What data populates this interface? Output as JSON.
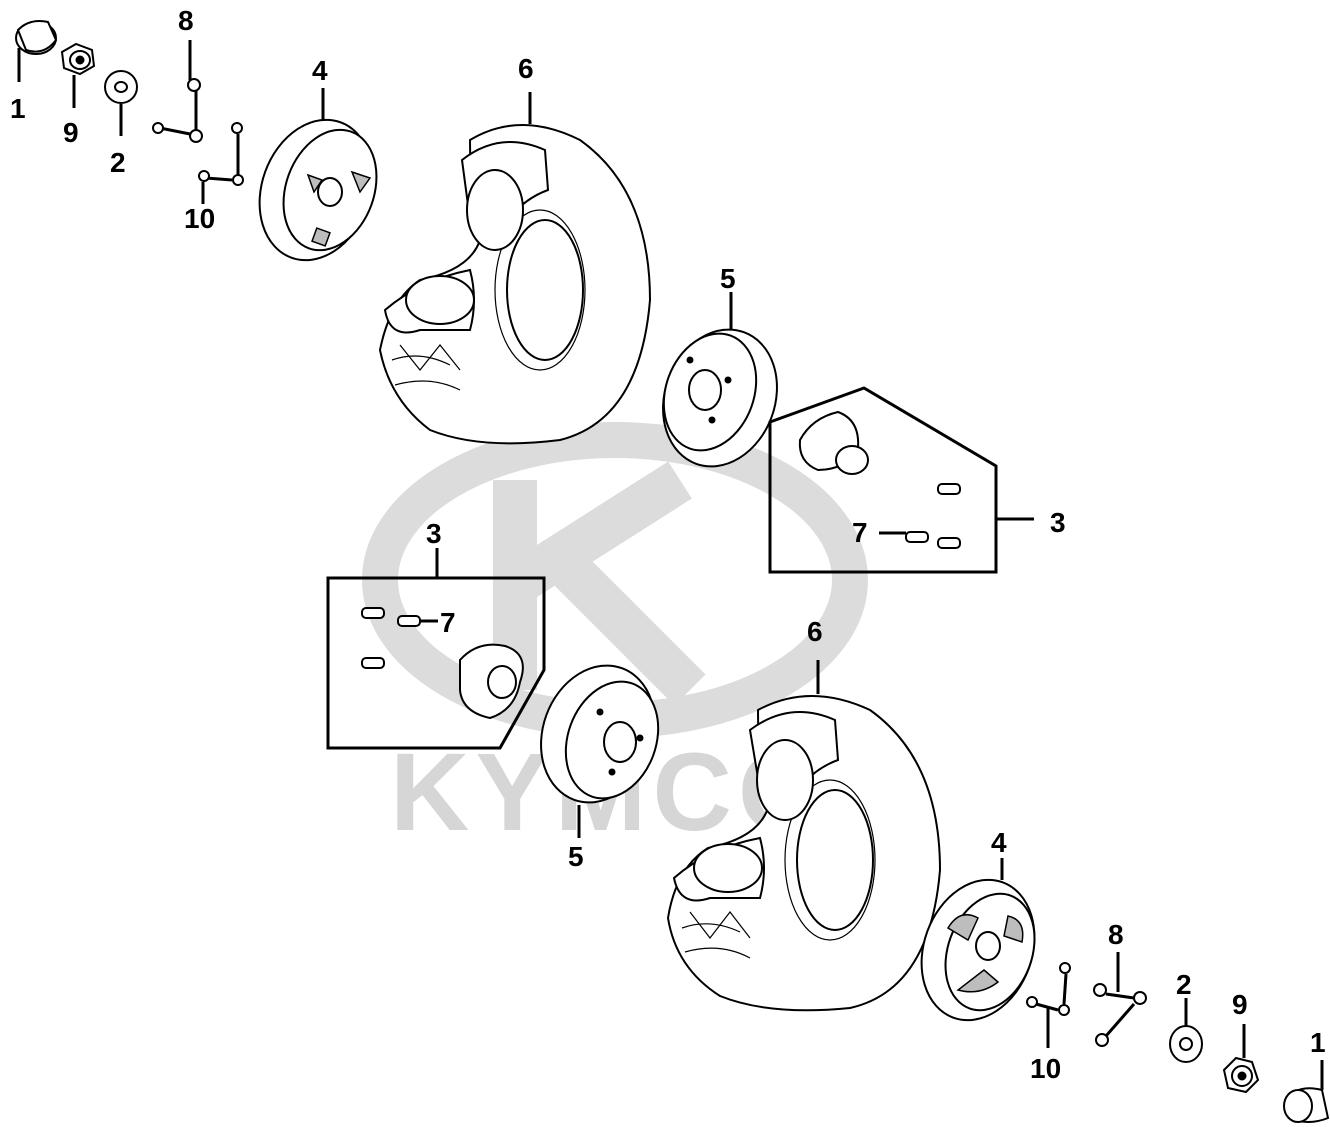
{
  "diagram": {
    "watermark": {
      "text": "KYMCO"
    },
    "callouts": {
      "cap_top": "1",
      "nut_top": "9",
      "washer_top": "2",
      "valve_top": "8",
      "hubcap_top": "4",
      "tire_top": "6",
      "stud_top": "10",
      "hub_right": "5",
      "kit_right": "3",
      "bolt_right": "7",
      "kit_left": "3",
      "bolt_left": "7",
      "hub_left": "5",
      "tire_bottom": "6",
      "hubcap_bottom": "4",
      "valve_bottom": "8",
      "washer_bottom": "2",
      "nut_bottom": "9",
      "stud_bottom": "10",
      "cap_bottom": "1"
    }
  }
}
